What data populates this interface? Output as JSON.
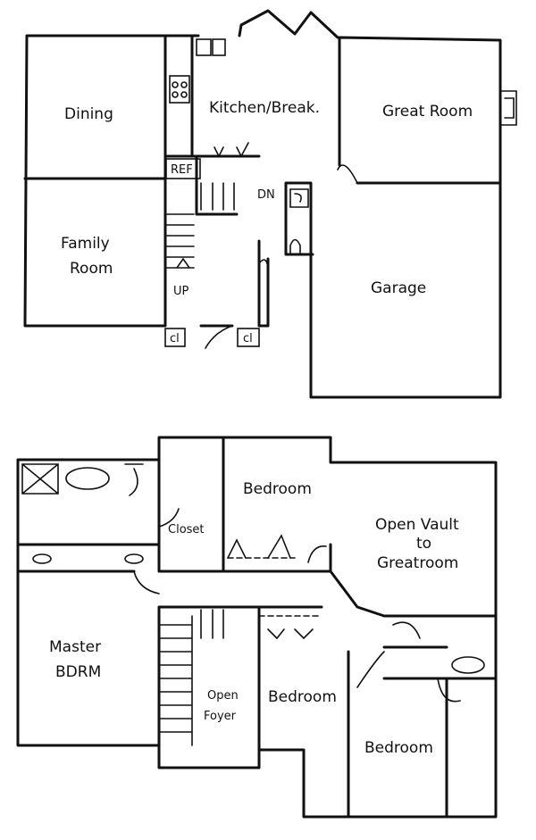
{
  "first_floor": {
    "rooms": {
      "dining": "Dining",
      "kitchen": "Kitchen/Break.",
      "great_room": "Great Room",
      "family_line1": "Family",
      "family_line2": "Room",
      "garage": "Garage"
    },
    "marks": {
      "ref": "REF",
      "down": "DN",
      "up": "UP",
      "closet_left": "cl",
      "closet_right": "cl"
    }
  },
  "second_floor": {
    "rooms": {
      "bedroom_top": "Bedroom",
      "closet": "Closet",
      "vault_line1": "Open Vault",
      "vault_line2": "to",
      "vault_line3": "Greatroom",
      "master_line1": "Master",
      "master_line2": "BDRM",
      "foyer_line1": "Open",
      "foyer_line2": "Foyer",
      "bedroom_middle": "Bedroom",
      "bedroom_bottom": "Bedroom"
    }
  }
}
